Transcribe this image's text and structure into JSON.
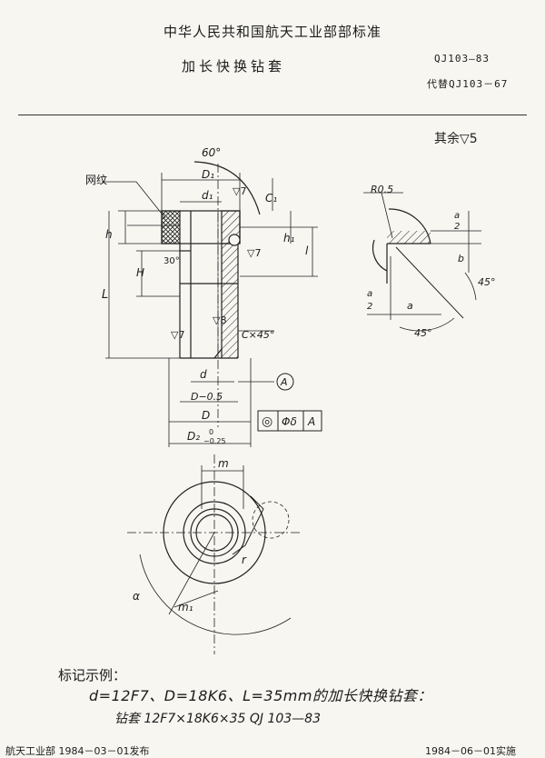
{
  "header": {
    "organization": "中华人民共和国航天工业部部标准",
    "title": "加长快换钻套",
    "standard_no": "QJ103—83",
    "replaces": "代替QJ103－67"
  },
  "roughness_note": "其余▽5",
  "labels": {
    "knurl": "网纹",
    "angle60": "60°",
    "D1": "D₁",
    "d1": "d₁",
    "C1": "C₁",
    "h": "h",
    "h1": "h₁",
    "H": "H",
    "l": "l",
    "L": "L",
    "r7a": "▽7",
    "r7b": "▽7",
    "r7c": "▽7",
    "r8": "▽8",
    "a30": "30°",
    "chamfer": "C×45°",
    "d": "d",
    "Dm05": "D−0.5",
    "D": "D",
    "D2": "D₂",
    "D2tol_upper": "0",
    "D2tol_lower": "−0.25",
    "datumA": "A",
    "tol_symbol": "◎",
    "tol_value": "Φδ",
    "tol_datum": "A",
    "R05": "R0.5",
    "a2_top": "a",
    "a2_bot": "2",
    "b": "b",
    "a2l_top": "a",
    "a2l_bot": "2",
    "a_small": "a",
    "ang45a": "45°",
    "ang45b": "45°",
    "m": "m",
    "m1": "m₁",
    "r": "r",
    "alpha": "α"
  },
  "example": {
    "heading": "标记示例：",
    "line1": "d=12F7、D=18K6、L=35mm的加长快换钻套：",
    "line2": "钻套  12F7×18K6×35      QJ 103—83"
  },
  "footer": {
    "left": "航天工业部      1984－03－01发布",
    "right": "1984－06－01实施"
  }
}
